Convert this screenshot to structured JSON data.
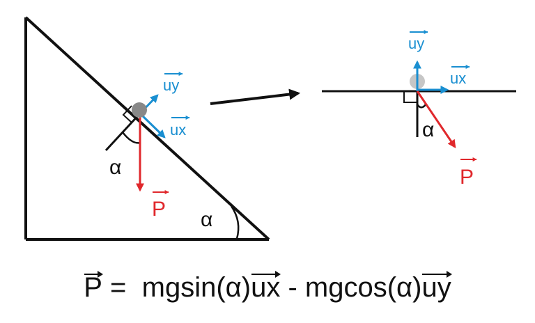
{
  "colors": {
    "stroke": "#111111",
    "force": "#e0282c",
    "basis": "#1a8fd1",
    "mass_left": "#888888",
    "mass_right": "#c6c6c6"
  },
  "left_figure": {
    "ux_label": "ux",
    "uy_label": "uy",
    "weight_label": "P",
    "alpha_at_mass": "α",
    "alpha_at_base": "α"
  },
  "right_figure": {
    "ux_label": "ux",
    "uy_label": "uy",
    "weight_label": "P",
    "alpha_label": "α"
  },
  "formula": {
    "vector_P": "P",
    "equals": " =  ",
    "term1": "mgsin(α)",
    "unit1": "ux",
    "minus": " - ",
    "term2": "mgcos(α)",
    "unit2": "uy"
  }
}
